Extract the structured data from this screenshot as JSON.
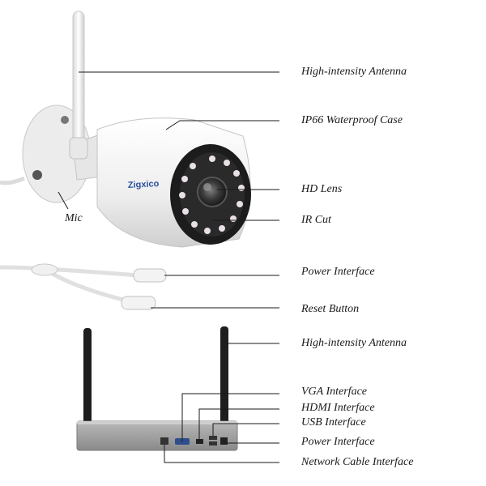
{
  "brand": "Zigxico",
  "mic_label": "Mic",
  "camera_callouts": [
    "High-intensity Antenna",
    "IP66 Waterproof Case",
    "HD Lens",
    "IR Cut",
    "Power Interface",
    "Reset Button"
  ],
  "nvr_callouts": [
    "High-intensity Antenna",
    "VGA Interface",
    "HDMI Interface",
    "USB Interface",
    "Power Interface",
    "Network Cable Interface"
  ],
  "colors": {
    "camera_body": "#f2f2f2",
    "lens_ring": "#1c1c1c",
    "nvr_body": "#9a9a9a",
    "antenna": "#1e1e1e",
    "brand_text": "#2a4fa0"
  }
}
